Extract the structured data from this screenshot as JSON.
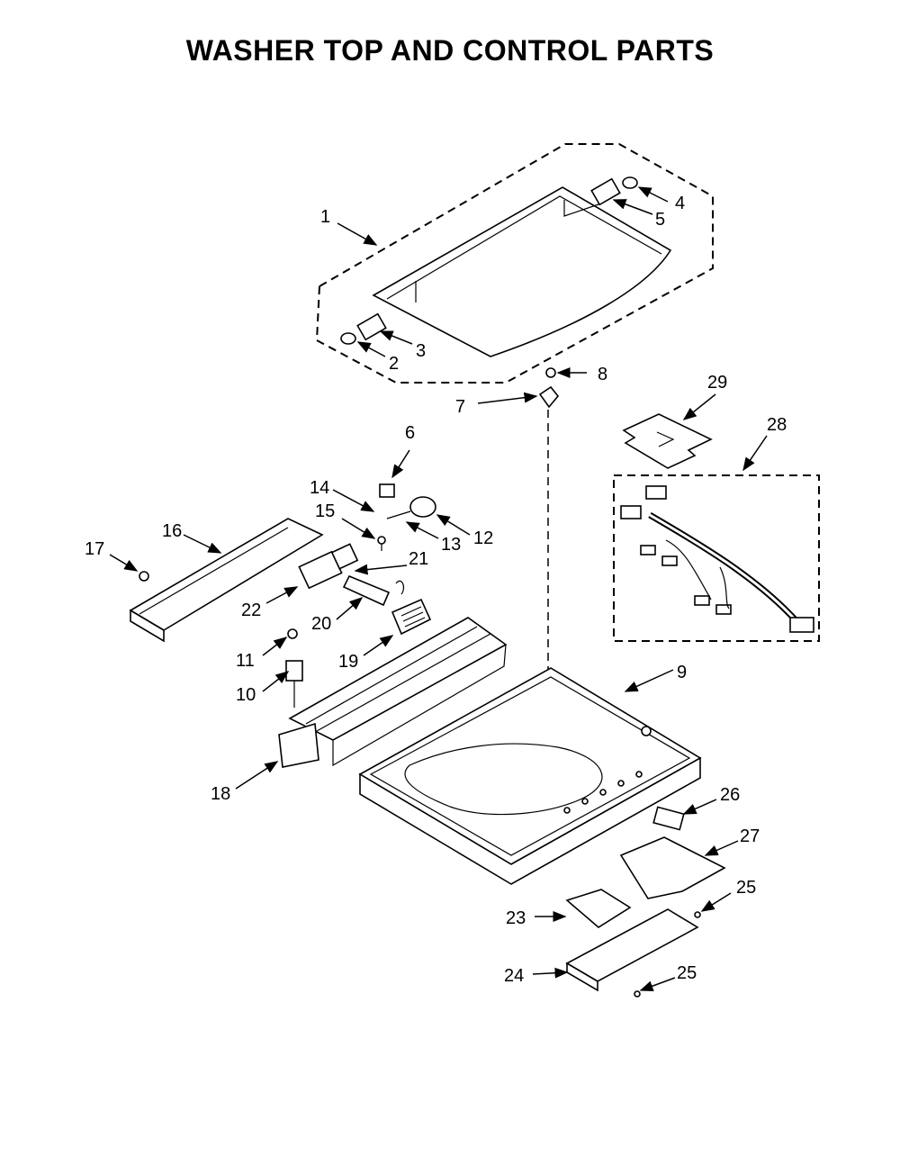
{
  "title": "WASHER TOP AND CONTROL PARTS",
  "callouts": {
    "c1": "1",
    "c2": "2",
    "c3": "3",
    "c4": "4",
    "c5": "5",
    "c6": "6",
    "c7": "7",
    "c8": "8",
    "c9": "9",
    "c10": "10",
    "c11": "11",
    "c12": "12",
    "c13": "13",
    "c14": "14",
    "c15": "15",
    "c16": "16",
    "c17": "17",
    "c18": "18",
    "c19": "19",
    "c20": "20",
    "c21": "21",
    "c22": "22",
    "c23": "23",
    "c24": "24",
    "c25a": "25",
    "c25b": "25",
    "c26": "26",
    "c27": "27",
    "c28": "28",
    "c29": "29"
  }
}
